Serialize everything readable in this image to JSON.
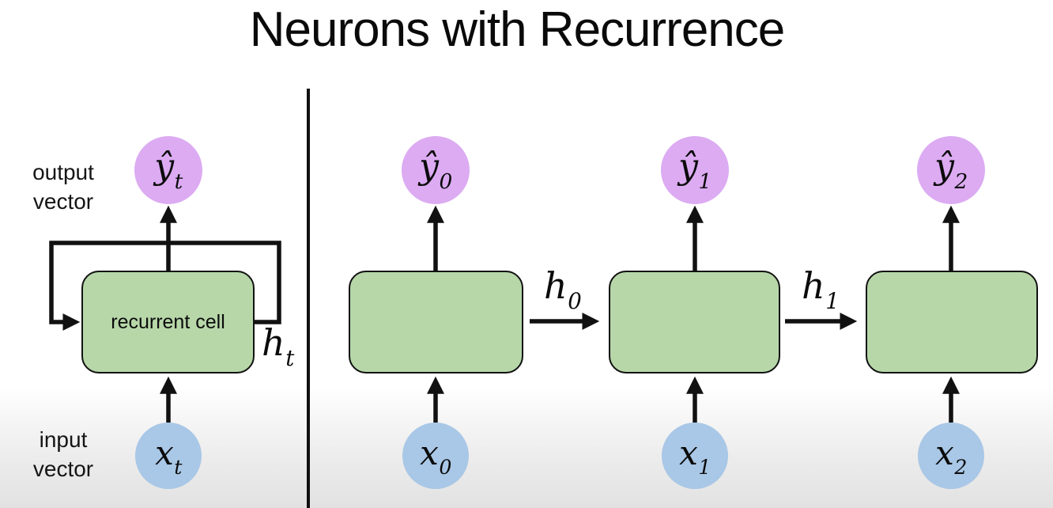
{
  "title": "Neurons with Recurrence",
  "colors": {
    "output_node_fill": "#dcabf2",
    "cell_fill": "#b7d7a9",
    "input_node_fill": "#a9c7e6",
    "line": "#111111",
    "background_bottom": "#e2e2e2"
  },
  "left_diagram": {
    "output_caption": "output vector",
    "input_caption": "input vector",
    "cell_label": "recurrent cell",
    "output_node": {
      "base": "ŷ",
      "sub": "t"
    },
    "input_node": {
      "base": "x",
      "sub": "t"
    },
    "hidden_state": {
      "base": "h",
      "sub": "t"
    }
  },
  "unrolled": {
    "units": [
      {
        "output": {
          "base": "ŷ",
          "sub": "0"
        },
        "input": {
          "base": "x",
          "sub": "0"
        }
      },
      {
        "output": {
          "base": "ŷ",
          "sub": "1"
        },
        "input": {
          "base": "x",
          "sub": "1"
        }
      },
      {
        "output": {
          "base": "ŷ",
          "sub": "2"
        },
        "input": {
          "base": "x",
          "sub": "2"
        }
      }
    ],
    "hidden_links": [
      {
        "base": "h",
        "sub": "0"
      },
      {
        "base": "h",
        "sub": "1"
      }
    ]
  }
}
